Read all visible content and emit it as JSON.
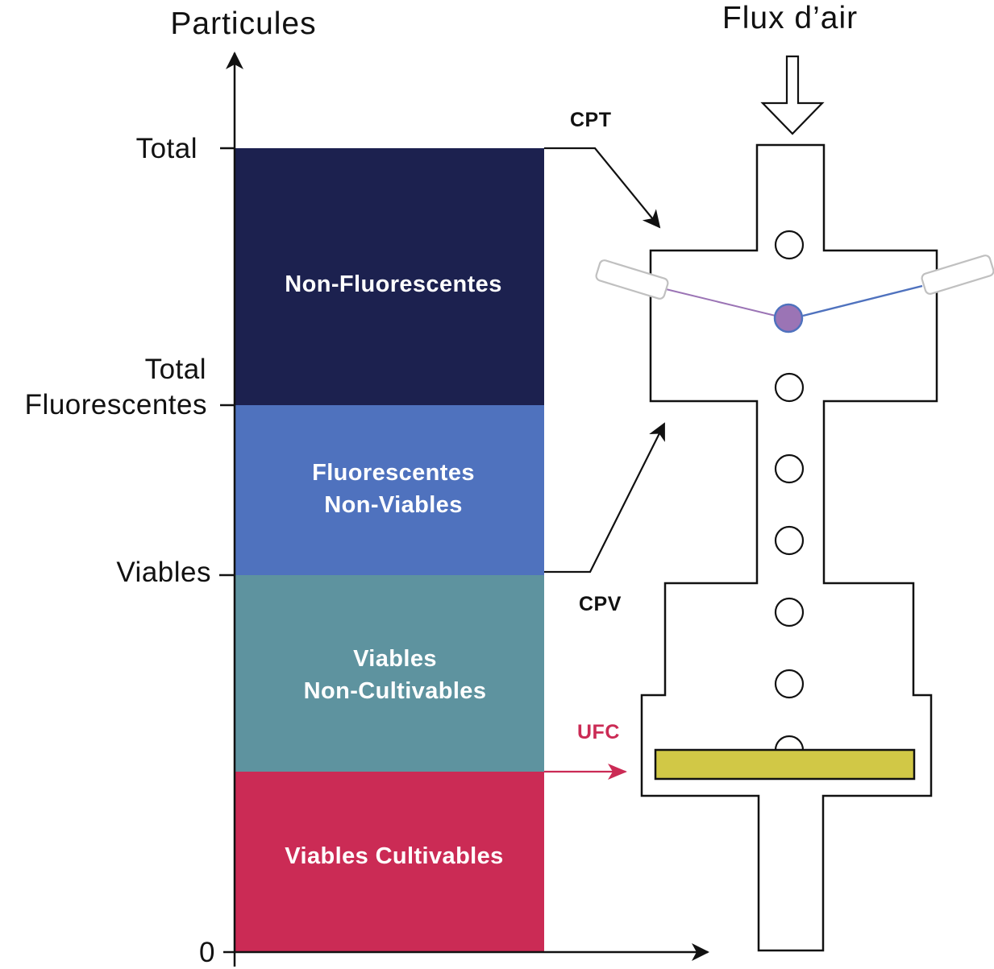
{
  "diagram": {
    "y_axis_title": "Particules",
    "airflow_title": "Flux d’air",
    "axis_ticks": [
      {
        "label_lines": [
          "Total"
        ],
        "level": "total"
      },
      {
        "label_lines": [
          "Total",
          "Fluorescentes"
        ],
        "level": "total_fluorescent"
      },
      {
        "label_lines": [
          "Viables"
        ],
        "level": "viable"
      },
      {
        "label_lines": [
          "0"
        ],
        "level": "zero"
      }
    ],
    "segments": [
      {
        "label_lines": [
          "Non-Fluorescentes"
        ],
        "color": "#1c214f"
      },
      {
        "label_lines": [
          "Fluorescentes",
          "Non-Viables"
        ],
        "color": "#4f72be"
      },
      {
        "label_lines": [
          "Viables",
          "Non-Cultivables"
        ],
        "color": "#5e939f"
      },
      {
        "label_lines": [
          "Viables Cultivables"
        ],
        "color": "#cb2b55"
      }
    ],
    "callouts": {
      "cpt": {
        "label": "CPT",
        "color": "#111111"
      },
      "cpv": {
        "label": "CPV",
        "color": "#111111"
      },
      "ufc": {
        "label": "UFC",
        "color": "#cb2b55"
      }
    },
    "device": {
      "particle_color": "#9b74b5",
      "particle_stroke": "#4f72be",
      "left_beam_color": "#9b74b5",
      "right_beam_color": "#4f72be",
      "collection_plate_color": "#d1c846",
      "detector_stroke": "#c0c0c0"
    }
  }
}
